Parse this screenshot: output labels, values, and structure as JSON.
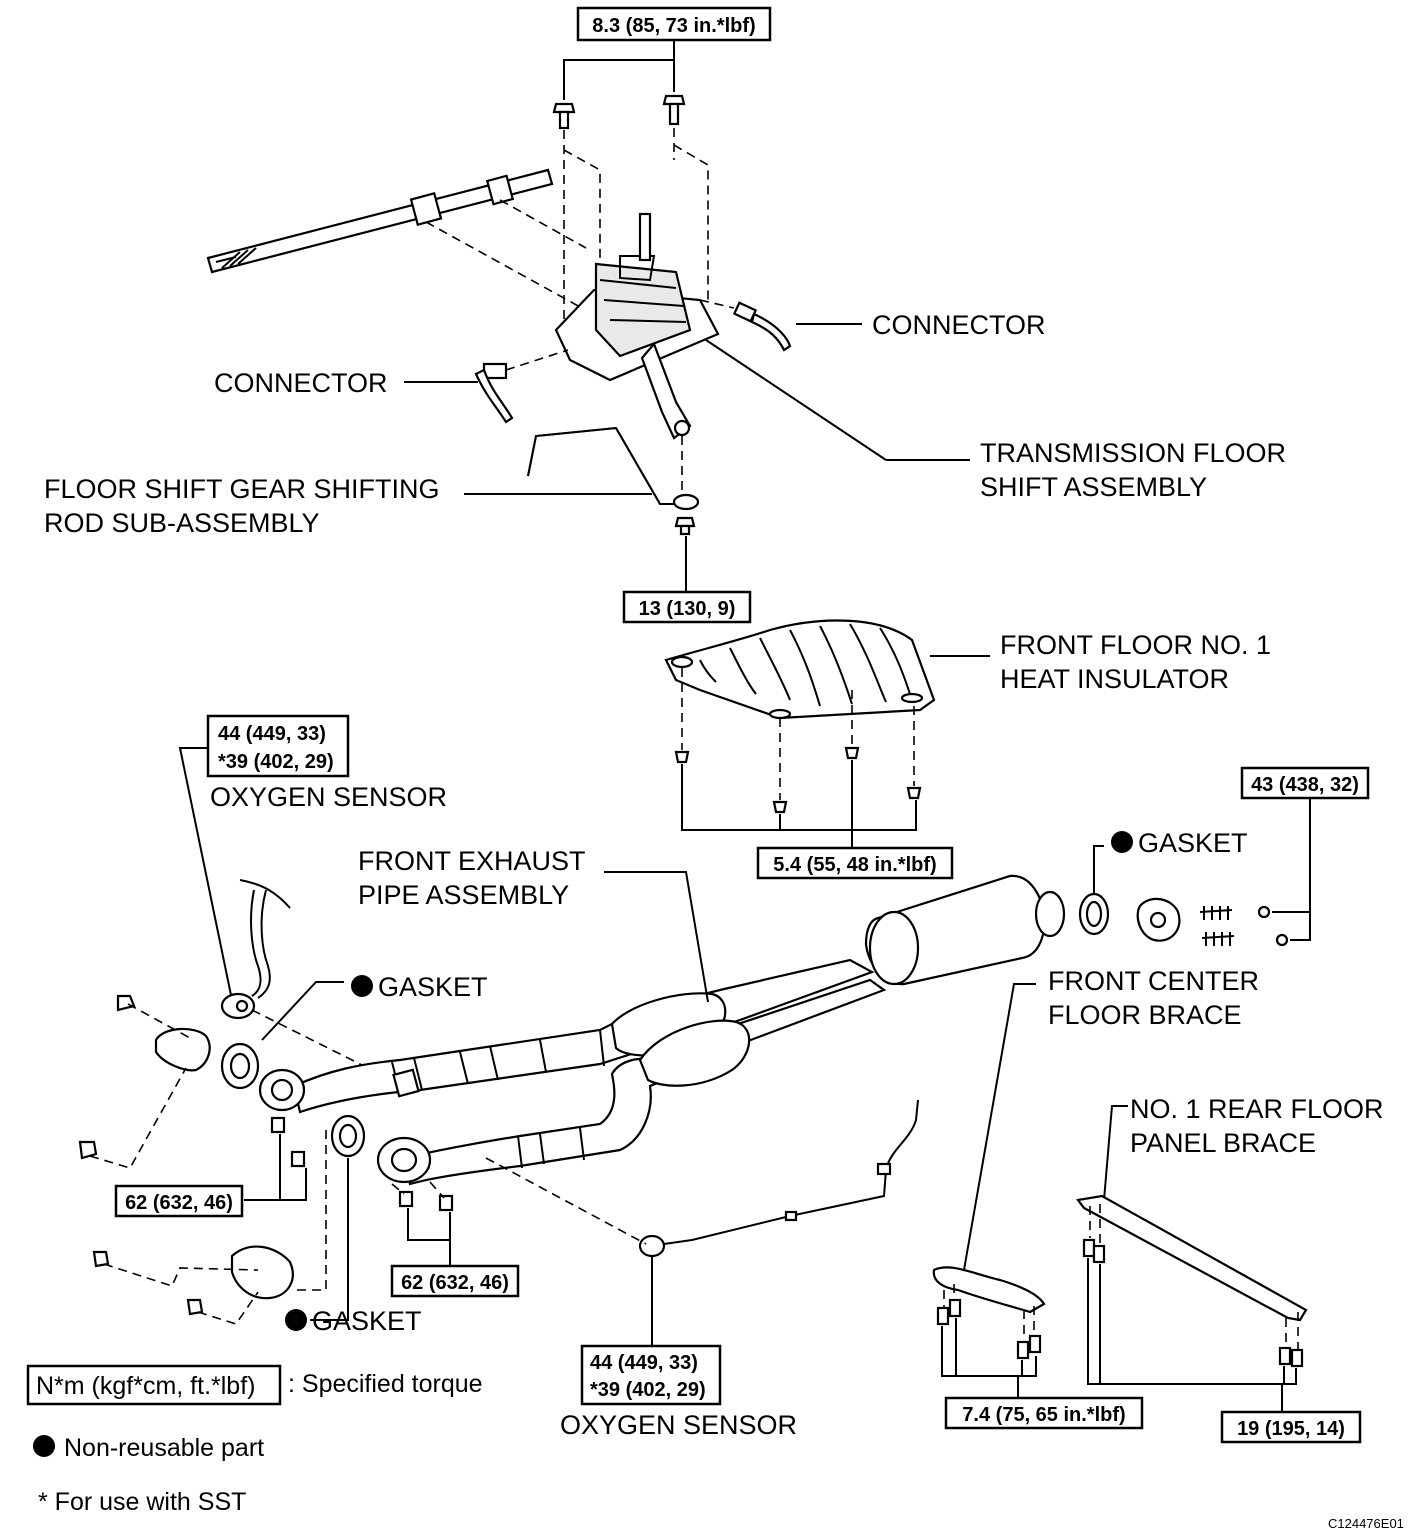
{
  "torque": {
    "shift_bolts": "8.3 (85, 73 in.*lbf)",
    "shift_rod_nut": "13 (130, 9)",
    "o2_upper_line1": "44 (449, 33)",
    "o2_upper_line2": "*39 (402, 29)",
    "insulator_bolts": "5.4 (55, 48 in.*lbf)",
    "rear_flange_bolts": "43 (438, 32)",
    "left_flange_bolts": "62 (632, 46)",
    "right_flange_bolts": "62 (632, 46)",
    "o2_lower_line1": "44 (449, 33)",
    "o2_lower_line2": "*39 (402, 29)",
    "center_brace_bolts": "7.4 (75, 65 in.*lbf)",
    "rear_brace_bolts": "19 (195, 14)"
  },
  "labels": {
    "connector_right": "CONNECTOR",
    "connector_left": "CONNECTOR",
    "transmission_line1": "TRANSMISSION FLOOR",
    "transmission_line2": "SHIFT ASSEMBLY",
    "shift_rod_line1": "FLOOR SHIFT GEAR SHIFTING",
    "shift_rod_line2": "ROD SUB-ASSEMBLY",
    "insulator_line1": "FRONT FLOOR NO. 1",
    "insulator_line2": "HEAT INSULATOR",
    "oxygen_sensor_upper": "OXYGEN SENSOR",
    "exhaust_line1": "FRONT EXHAUST",
    "exhaust_line2": "PIPE ASSEMBLY",
    "gasket_rear": "GASKET",
    "gasket_left": "GASKET",
    "gasket_bottom": "GASKET",
    "center_brace_line1": "FRONT CENTER",
    "center_brace_line2": "FLOOR BRACE",
    "rear_brace_line1": "NO. 1 REAR FLOOR",
    "rear_brace_line2": "PANEL BRACE",
    "oxygen_sensor_lower": "OXYGEN SENSOR"
  },
  "legend": {
    "torque_unit": "N*m (kgf*cm, ft.*lbf)",
    "torque_desc": ": Specified torque",
    "non_reusable": "Non-reusable part",
    "sst_note": "* For use with SST"
  },
  "figure_code": "C124476E01"
}
